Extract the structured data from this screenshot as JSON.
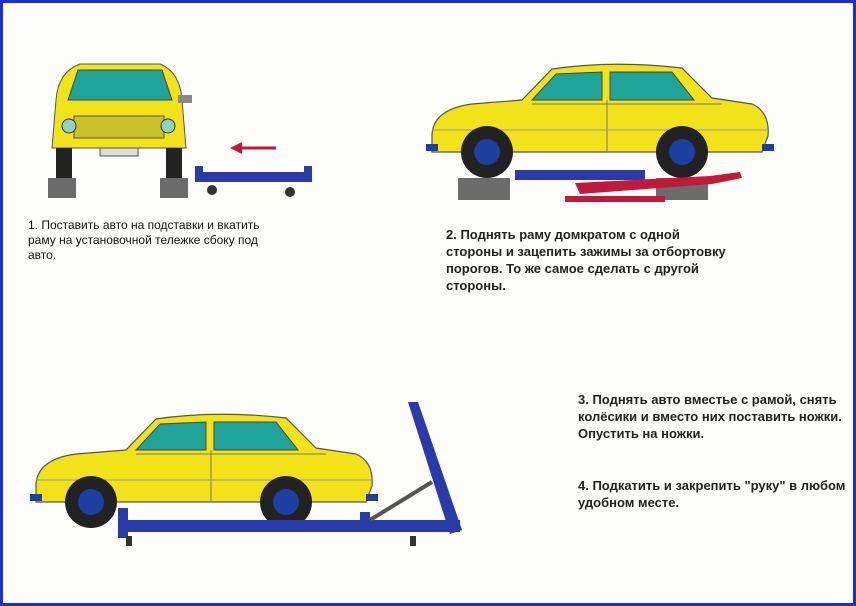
{
  "steps": [
    {
      "text": "1. Поставить авто на подставки и вкатить раму на установочной тележке сбоку под авто."
    },
    {
      "text": "2. Поднять раму домкратом с одной стороны и зацепить зажимы за отбортовку порогов. То же самое сделать с другой стороны."
    },
    {
      "text": "3. Поднять авто вместье с рамой, снять колёсики и вместо них поставить ножки. Опустить на ножки."
    },
    {
      "text": "4. Подкатить и закрепить \"руку\" в любом удобном месте."
    }
  ],
  "colors": {
    "car": "#f2e21a",
    "frame": "#2a3aa8",
    "jack": "#c0193a",
    "border": "#1a2fd6",
    "stand": "#6b6b6b"
  }
}
